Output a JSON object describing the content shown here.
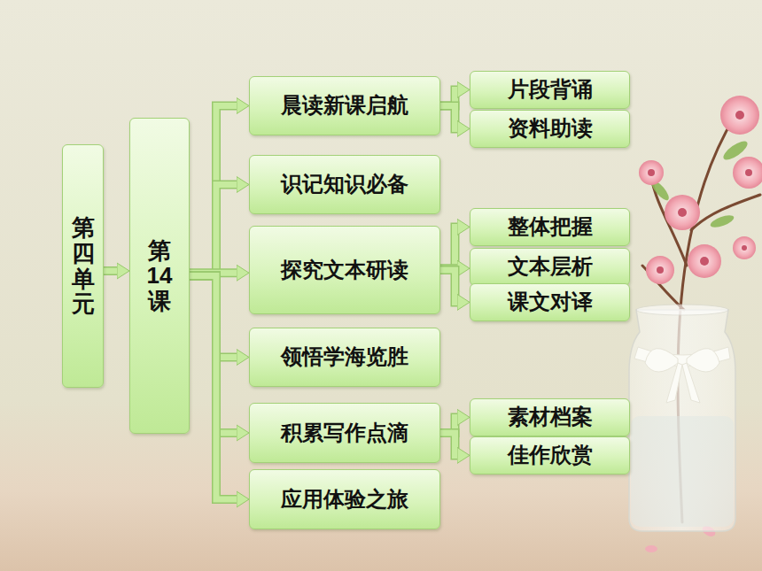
{
  "diagram": {
    "nodes": [
      {
        "text": [
          "第四单元"
        ]
      },
      {
        "text": [
          "第14课"
        ]
      },
      {
        "text": [
          "晨读新课启航"
        ]
      },
      {
        "text": [
          "片段背诵"
        ]
      },
      {
        "text": [
          "资料助读"
        ]
      },
      {
        "text": [
          "识记知识必备"
        ]
      },
      {
        "text": [
          "探究文本研读"
        ]
      },
      {
        "text": [
          "整体把握"
        ]
      },
      {
        "text": [
          "文本层析"
        ]
      },
      {
        "text": [
          "课文对译"
        ]
      },
      {
        "text": [
          "领悟学海览胜"
        ]
      },
      {
        "text": [
          "积累写作点滴"
        ]
      },
      {
        "text": [
          "素材档案"
        ]
      },
      {
        "text": [
          "佳作欣赏"
        ]
      },
      {
        "text": [
          "应用体验之旅"
        ]
      }
    ],
    "edges": [
      {
        "from": 0,
        "to": 1,
        "arrow": "to"
      },
      {
        "from": 1,
        "to": 2,
        "arrow": "to"
      },
      {
        "from": 1,
        "to": 5,
        "arrow": "to"
      },
      {
        "from": 1,
        "to": 6,
        "arrow": "to"
      },
      {
        "from": 1,
        "to": 10,
        "arrow": "to"
      },
      {
        "from": 1,
        "to": 11,
        "arrow": "to"
      },
      {
        "from": 1,
        "to": 14,
        "arrow": "to"
      },
      {
        "from": 2,
        "to": 3,
        "arrow": "to"
      },
      {
        "from": 2,
        "to": 4,
        "arrow": "to"
      },
      {
        "from": 6,
        "to": 7,
        "arrow": "to"
      },
      {
        "from": 6,
        "to": 8,
        "arrow": "to"
      },
      {
        "from": 6,
        "to": 9,
        "arrow": "to"
      },
      {
        "from": 11,
        "to": 12,
        "arrow": "to"
      },
      {
        "from": 11,
        "to": 13,
        "arrow": "to"
      }
    ]
  }
}
